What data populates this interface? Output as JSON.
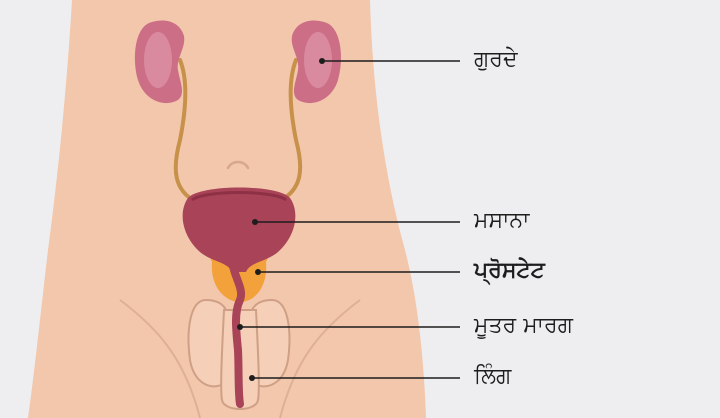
{
  "labels": {
    "kidneys": "ਗੁਰਦੇ",
    "bladder": "ਮਸਾਨਾ",
    "prostate": "ਪ੍ਰੋਸਟੇਟ",
    "urethra": "ਮੂਤਰ ਮਾਰਗ",
    "penis": "ਲਿੰਗ"
  },
  "highlighted_label": "prostate",
  "colors": {
    "background": "#eeeef0",
    "skin": "#f2c7ac",
    "skin_outline": "#d8a88c",
    "kidney": "#cc6f86",
    "kidney_light": "#e6a0b3",
    "ureter": "#c7914a",
    "bladder": "#a84358",
    "bladder_dark": "#8f3146",
    "prostate": "#f3a13a",
    "urethra": "#a84358",
    "leader_line": "#1d1d1d"
  }
}
